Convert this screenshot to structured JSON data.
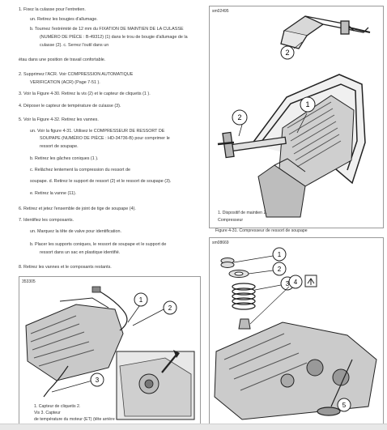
{
  "left_text": {
    "step1": "1. Fixez la culasse pour l'entretien.",
    "step1a": "un. Retirez les bougies d'allumage.",
    "step1b_l1": "b. Tournez l'extrémité de 12 mm du FIXATION DE MAINTIEN DE LA CULASSE",
    "step1b_l2": "(NUMÉRO DE PIÈCE : B-49312) (1) dans le trou de bougie d'allumage de la",
    "step1b_l3": "culasse (2). c. Serrez l'outil dans un",
    "step1_cont": "étau dans une position de travail confortable.",
    "step2_l1": "2. Supprimez l'ACR. Voir COMPRESSION AUTOMATIQUE",
    "step2_l2": "VERIFICATION (ACR) (Page 7-51 ).",
    "step3": "3. Voir la Figure 4-30. Retirez la vis (2) et le capteur de cliquetis (1 ).",
    "step4": "4. Déposer le capteur de température de culasse (3).",
    "step5": "5. Voir la Figure 4-32. Retirez les vannes.",
    "step5a_l1": "un. Voir la figure 4-31. Utilisez le COMPRESSEUR DE RESSORT DE",
    "step5a_l2": "SOUPAPE (NUMÉRO DE PIÈCE : HD-34736-B) pour comprimer le",
    "step5a_l3": "ressort de soupape.",
    "step5b": "b. Retirez les gâches coniques (1 ).",
    "step5c": "c. Relâchez lentement la compression du ressort de",
    "step5d": "soupape. d. Retirez le support de ressort (2) et le ressort de soupape (3).",
    "step5e": "e. Retirez la vanne (11).",
    "step6": "6. Retirez et jetez l'ensemble de joint de tige de soupape (4).",
    "step7": "7. Identifiez les composants.",
    "step7a": "un. Marquez la tête de valve pour identification.",
    "step7b_l1": "b. Placer les supports coniques, le ressort de soupape et le support de",
    "step7b_l2": "ressort dans un sac en plastique identifié.",
    "step8": "8. Retirez les vannes et le composants restants."
  },
  "fig_top_right": {
    "id": "sm02495",
    "callouts": [
      "1",
      "2"
    ],
    "caption_l1": "1. Dispositif de maintien 2.",
    "caption_l2": "Compresseur",
    "title": "Figure 4-31. Compresseur de ressort de soupape"
  },
  "fig_bottom_left": {
    "id": "353305",
    "callouts": [
      "1",
      "2",
      "3"
    ],
    "caption_l1": "1. Capteur de cliquetis 2.",
    "caption_l2": "Vis 3. Capteur",
    "caption_l3": "de température du moteur (ET) (tête arrière"
  },
  "fig_bottom_right": {
    "id": "sm08669",
    "callouts": [
      "1",
      "2",
      "3",
      "4",
      "5"
    ]
  }
}
